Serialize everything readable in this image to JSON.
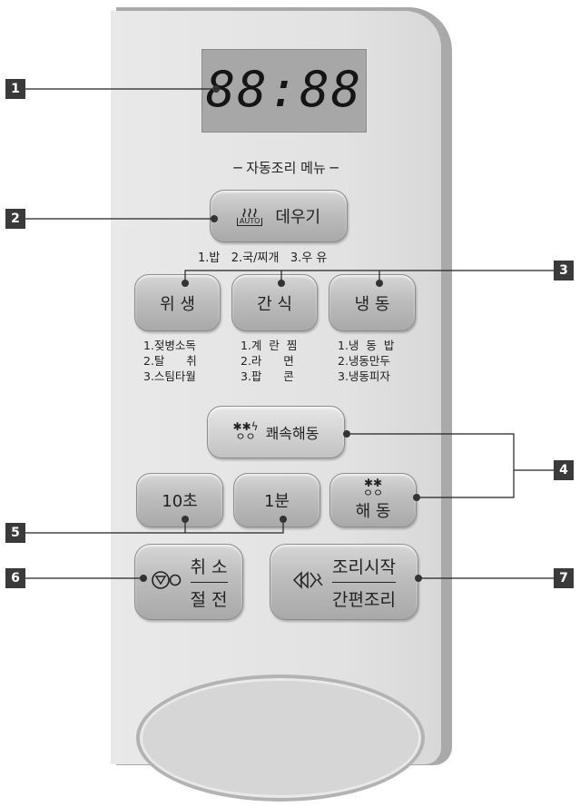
{
  "display": {
    "digits": "88:88"
  },
  "auto_menu": {
    "title": "─ 자동조리 메뉴 ─"
  },
  "reheat": {
    "label": "데우기",
    "icon_text": "AUTO",
    "options": "1.밥   2.국/찌개   3.우 유"
  },
  "hygiene": {
    "label": "위 생",
    "options": "1.젖병소독\n2.탈      취\n3.스팀타월"
  },
  "snack": {
    "label": "간 식",
    "options": "1.계  란  찜\n2.라      면\n3.팝      콘"
  },
  "frozen": {
    "label": "냉 동",
    "options": "1.냉  동  밥\n2.냉동만두\n3.냉동피자"
  },
  "quick_defrost": {
    "label": "쾌속해동"
  },
  "defrost": {
    "label": "해 동"
  },
  "ten_sec": {
    "label": "10초"
  },
  "one_min": {
    "label": "1분"
  },
  "cancel": {
    "top": "취 소",
    "bottom": "절 전"
  },
  "start": {
    "top": "조리시작",
    "bottom": "간편조리"
  },
  "callouts": [
    "1",
    "2",
    "3",
    "4",
    "5",
    "6",
    "7"
  ]
}
